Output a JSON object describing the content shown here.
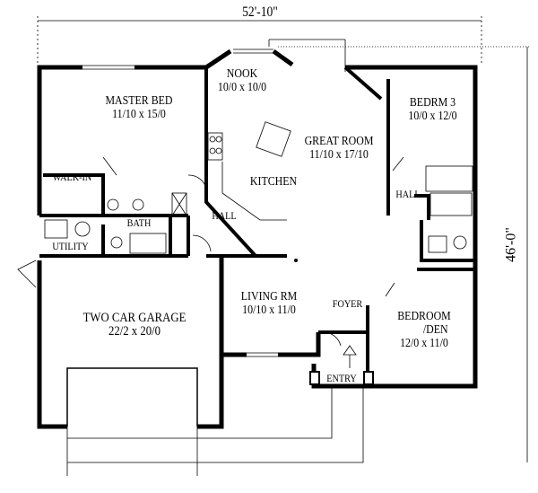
{
  "dimensions": {
    "width": "52'-10\"",
    "depth": "46'-0\""
  },
  "rooms": {
    "nook": {
      "name": "NOOK",
      "size": "10/0 x 10/0"
    },
    "master": {
      "name": "MASTER BED",
      "size": "11/10 x 15/0"
    },
    "bedrm3": {
      "name": "BEDRM 3",
      "size": "10/0 x 12/0"
    },
    "great": {
      "name": "GREAT ROOM",
      "size": "11/10 x 17/10"
    },
    "kitchen": {
      "name": "KITCHEN"
    },
    "walkin": {
      "name": "WALK-IN"
    },
    "bath": {
      "name": "BATH"
    },
    "hall1": {
      "name": "HALL"
    },
    "hall2": {
      "name": "HALL"
    },
    "utility": {
      "name": "UTILITY"
    },
    "garage": {
      "name": "TWO CAR GARAGE",
      "size": "22/2 x 20/0"
    },
    "living": {
      "name": "LIVING RM",
      "size": "10/10 x 11/0"
    },
    "foyer": {
      "name": "FOYER"
    },
    "den": {
      "name": "BEDROOM",
      "name2": "/DEN",
      "size": "12/0 x 11/0"
    },
    "entry": {
      "name": "ENTRY"
    }
  }
}
